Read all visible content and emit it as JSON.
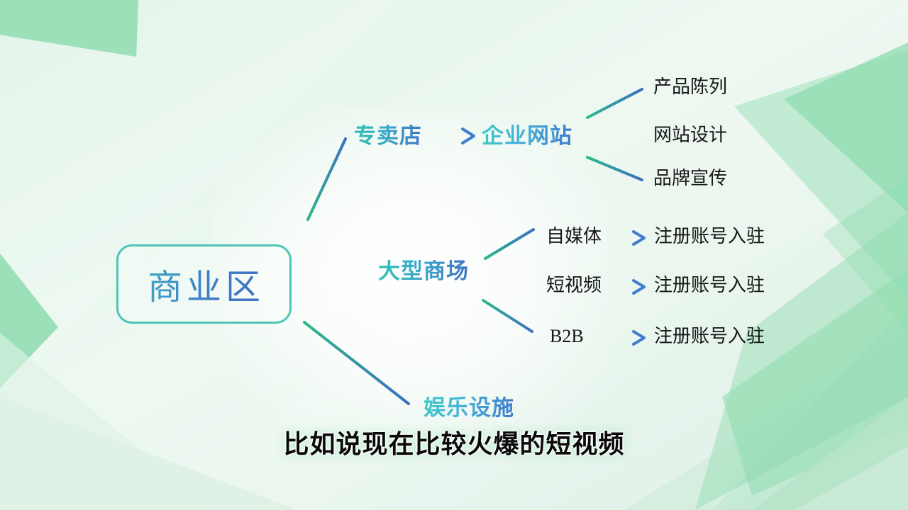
{
  "theme": {
    "bg_base": "#e4f4ea",
    "bg_shape_green": "#8fdcb0",
    "node_border": "#4ec4b8",
    "connector_start": "#2eb88a",
    "connector_end": "#3b6fc4",
    "accent_cyan": "#3ec9c6",
    "accent_blue": "#3f74c6",
    "leaf_text": "#161616",
    "caption_text": "#0a0a0a"
  },
  "diagram": {
    "type": "mindmap",
    "root": {
      "label": "商业区",
      "shape": "rounded-rect"
    },
    "branches": [
      {
        "id": "branch-specialty-store",
        "label": "专卖店",
        "arrow": "→",
        "next": {
          "label": "企业网站"
        },
        "leaves": [
          {
            "label": "产品陈列"
          },
          {
            "label": "网站设计"
          },
          {
            "label": "品牌宣传"
          }
        ]
      },
      {
        "id": "branch-shopping-mall",
        "label": "大型商场",
        "leaves": [
          {
            "label": "自媒体",
            "arrow": "→",
            "target": "注册账号入驻"
          },
          {
            "label": "短视频",
            "arrow": "→",
            "target": "注册账号入驻"
          },
          {
            "label": "B2B",
            "arrow": "→",
            "target": "注册账号入驻"
          }
        ]
      },
      {
        "id": "branch-entertainment",
        "label": "娱乐设施",
        "leaves": []
      }
    ]
  },
  "caption": {
    "text": "比如说现在比较火爆的短视频"
  }
}
